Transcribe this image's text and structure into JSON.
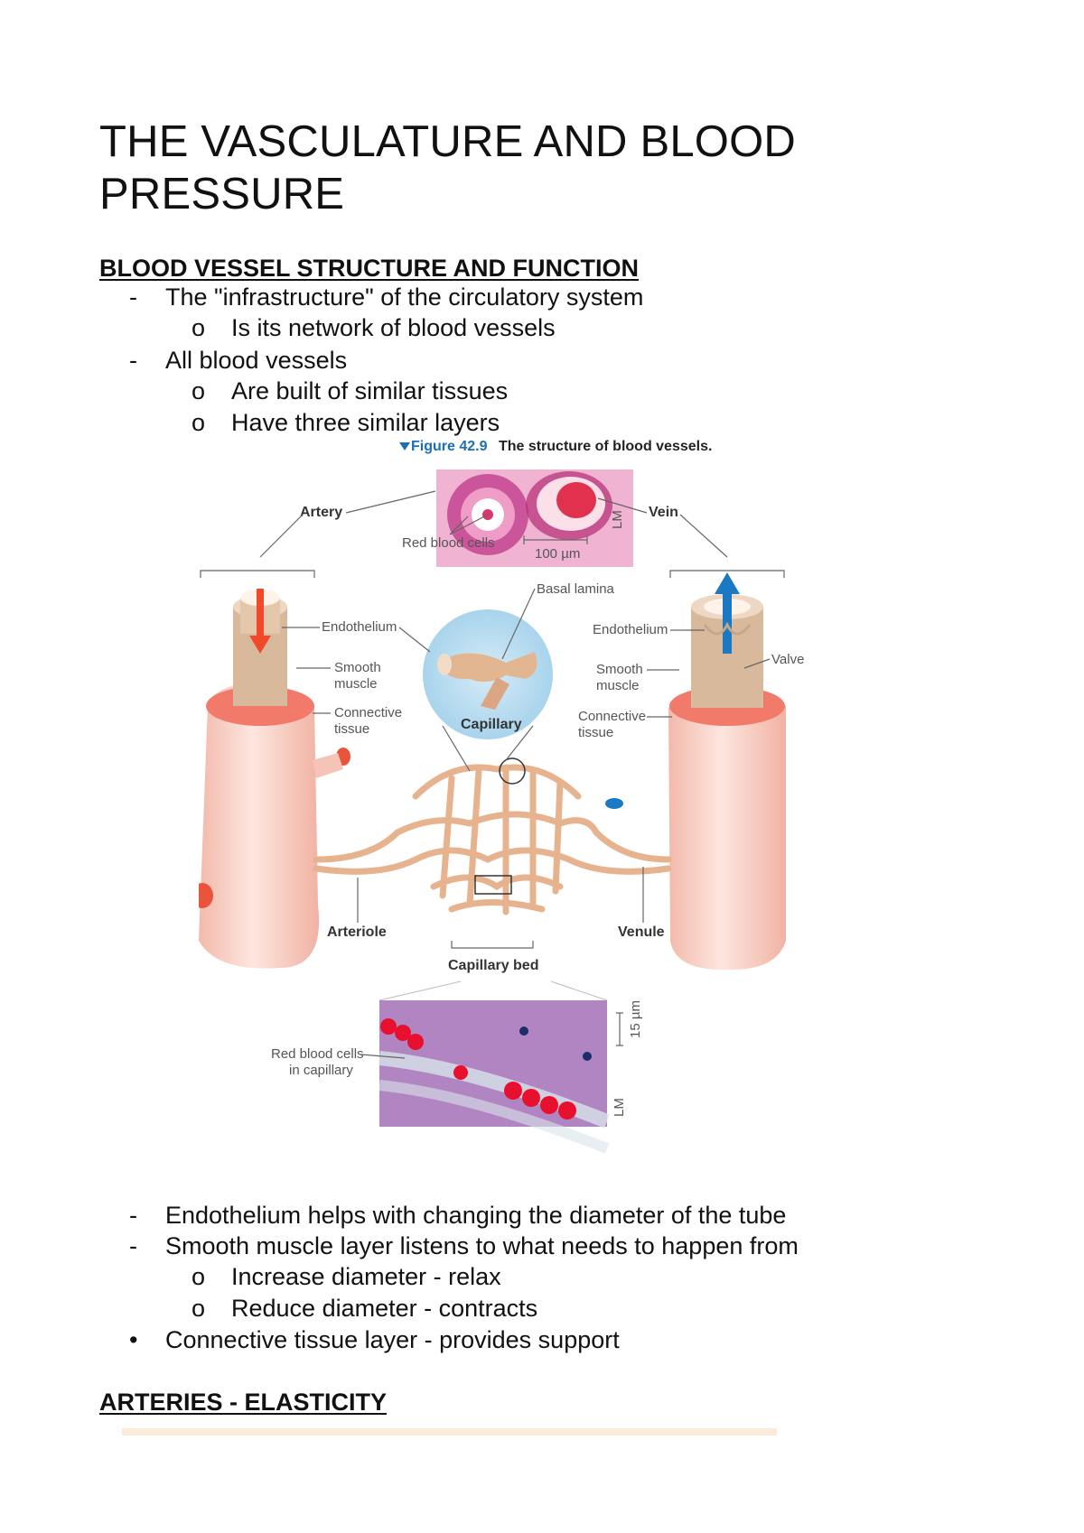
{
  "title": "THE VASCULATURE AND BLOOD PRESSURE",
  "section1": {
    "heading": "BLOOD VESSEL STRUCTURE AND FUNCTION",
    "bullets": [
      {
        "marker": "-",
        "text": "The \"infrastructure\" of the circulatory system"
      },
      {
        "marker": "o",
        "text": "Is its network of blood vessels"
      },
      {
        "marker": "-",
        "text": "All blood vessels"
      },
      {
        "marker": "o",
        "text": "Are built of similar tissues"
      },
      {
        "marker": "o",
        "text": "Have three similar layers"
      }
    ]
  },
  "figure": {
    "prefix": "Figure 42.9",
    "title": "The structure of blood vessels.",
    "labels": {
      "artery": "Artery",
      "vein": "Vein",
      "red_blood_cells": "Red blood cells",
      "scale_top": "100 µm",
      "lm_top": "LM",
      "basal_lamina": "Basal lamina",
      "valve": "Valve",
      "endothelium_left": "Endothelium",
      "smooth_muscle_left": "Smooth muscle",
      "connective_left": "Connective tissue",
      "capillary": "Capillary",
      "endothelium_right": "Endothelium",
      "smooth_muscle_right": "Smooth muscle",
      "connective_right": "Connective tissue",
      "arteriole": "Arteriole",
      "venule": "Venule",
      "capillary_bed": "Capillary bed",
      "rbc_capillary": "Red blood cells in capillary",
      "scale_bottom": "15 µm",
      "lm_bottom": "LM"
    }
  },
  "section1_after": {
    "bullets": [
      {
        "marker": "-",
        "text": "Endothelium helps with changing the diameter of the tube"
      },
      {
        "marker": "-",
        "text": "Smooth muscle layer listens to what needs to happen from"
      },
      {
        "marker": "o",
        "text": "Increase diameter - relax"
      },
      {
        "marker": "o",
        "text": "Reduce diameter - contracts"
      },
      {
        "marker": "•",
        "text": "Connective tissue layer - provides support"
      }
    ]
  },
  "section2": {
    "heading": "ARTERIES - ELASTICITY"
  },
  "colors": {
    "artery_arrow": "#f04a2a",
    "vein_arrow": "#1b78c2",
    "vessel": "#f8d3c8",
    "muscle": "#f08b7b",
    "highlight": "#fcebd9"
  }
}
